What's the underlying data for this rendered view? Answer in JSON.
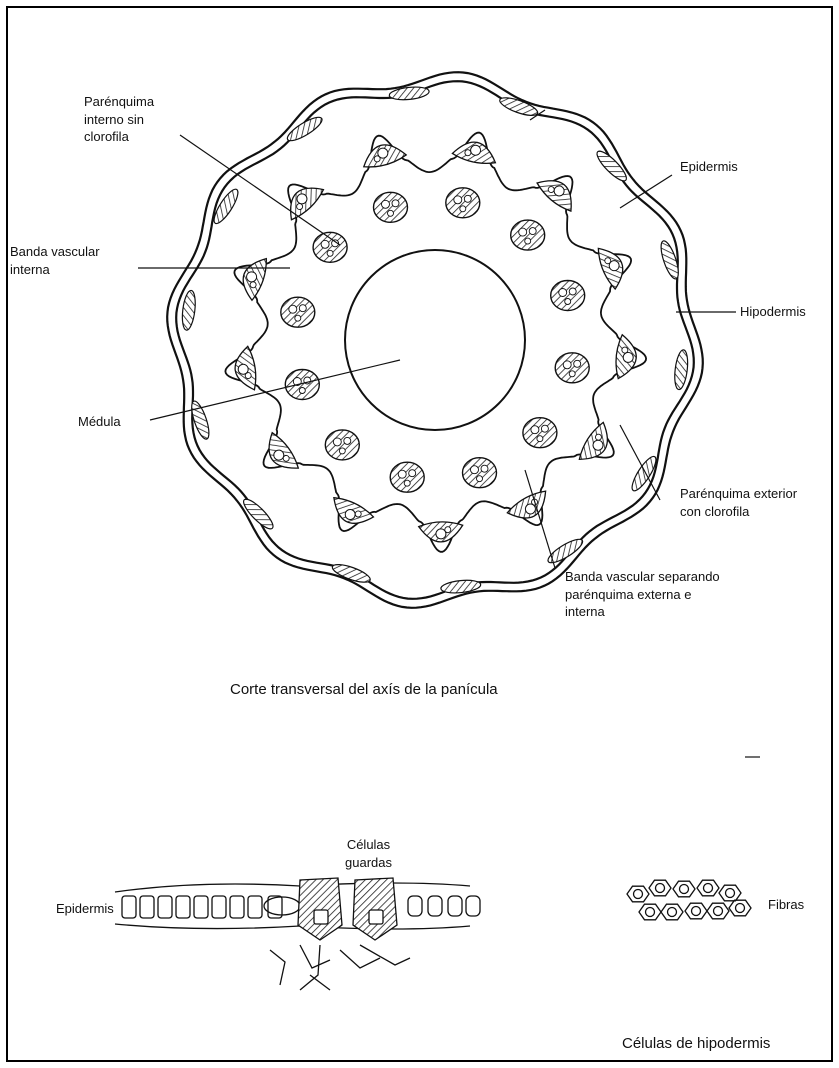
{
  "labels": {
    "parenquima_interno": "Parénquima\ninterno sin\nclorofila",
    "epidermis_top": "Epidermis",
    "banda_vascular_interna": "Banda vascular\ninterna",
    "hipodermis": "Hipodermis",
    "medula": "Médula",
    "parenquima_exterior": "Parénquima exterior\ncon clorofila",
    "banda_vascular_separando": "Banda vascular separando\nparénquima externa e\ninterna",
    "caption_main": "Corte transversal del axís de la panícula",
    "celulas_guardas": "Células\nguardas",
    "epidermis_bottom": "Epidermis",
    "fibras": "Fibras",
    "caption_hipodermis": "Células de hipodermis"
  },
  "colors": {
    "ink": "#111111",
    "background": "#ffffff"
  }
}
